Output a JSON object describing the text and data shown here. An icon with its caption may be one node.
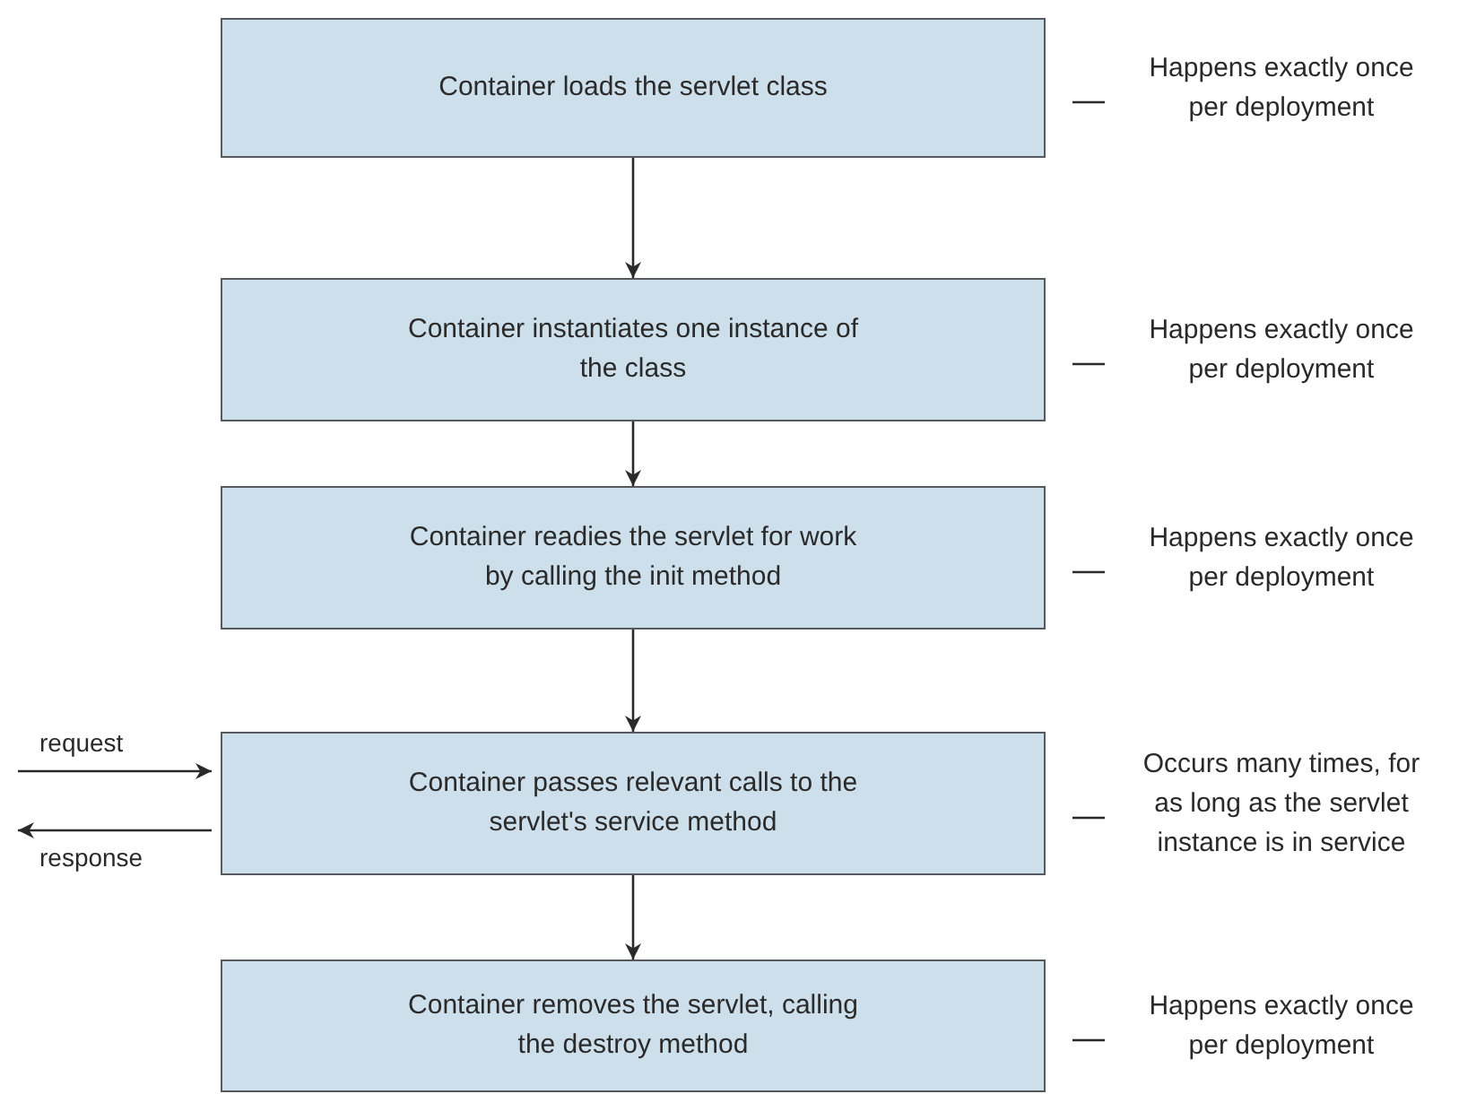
{
  "diagram": {
    "nodes": [
      {
        "text": [
          "Container loads the servlet class"
        ],
        "beside": [
          "Happens exactly once per deployment"
        ]
      },
      {
        "text": [
          "Container instantiates one instance of the class"
        ],
        "beside": [
          "Happens exactly once per deployment"
        ]
      },
      {
        "text": [
          "Container readies the servlet for work by calling the init method"
        ],
        "beside": [
          "Happens exactly once per deployment"
        ]
      },
      {
        "text": [
          "Container passes relevant calls to the servlet's service method"
        ],
        "beside": [
          "Occurs many times, for as long as the servlet instance is in service"
        ]
      },
      {
        "text": [
          "Container removes the servlet, calling the destroy method"
        ],
        "beside": [
          "Happens exactly once per deployment"
        ]
      }
    ],
    "edges": [
      {
        "from": 0,
        "to": 1,
        "arrow": "to"
      },
      {
        "from": 1,
        "to": 2,
        "arrow": "to"
      },
      {
        "from": 2,
        "to": 3,
        "arrow": "to"
      },
      {
        "from": 3,
        "to": 4,
        "arrow": "to"
      },
      {
        "from": null,
        "to": 3,
        "arrow": "to",
        "label": "request"
      },
      {
        "from": 3,
        "to": null,
        "arrow": "to",
        "label": "response"
      }
    ]
  }
}
